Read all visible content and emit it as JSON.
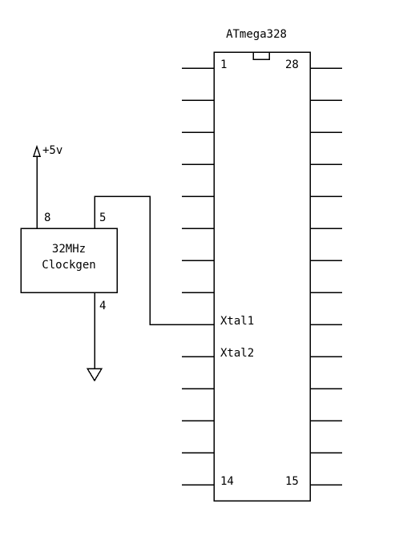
{
  "chip": {
    "name": "ATmega328",
    "pin_first": "1",
    "pin_last": "28",
    "pin_bottom_left": "14",
    "pin_bottom_right": "15",
    "xtal1": "Xtal1",
    "xtal2": "Xtal2",
    "pins_per_side": 14
  },
  "clock": {
    "line1": "32MHz",
    "line2": "Clockgen",
    "pin_power": "8",
    "pin_out": "5",
    "pin_gnd": "4"
  },
  "power": {
    "label": "+5v"
  },
  "colors": {
    "stroke": "#000000",
    "background": "#ffffff"
  }
}
